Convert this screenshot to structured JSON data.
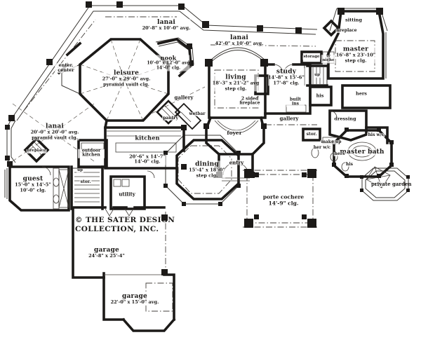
{
  "plan": {
    "copyright_line1": "© THE SATER DESIGN",
    "copyright_line2": "COLLECTION, INC."
  },
  "colors": {
    "ink": "#1c1a18",
    "paper": "#ffffff"
  },
  "rooms": {
    "lanai_top": {
      "name": "lanai",
      "dims": "20'-8\" x 10'-0\" avg."
    },
    "lanai_mid": {
      "name": "lanai",
      "dims": "42'-0\" x 10'-0\" avg."
    },
    "lanai_left": {
      "name": "lanai",
      "dims": "20'-0\" x 20'-0\" avg.",
      "clg": "pyramid vault clg."
    },
    "leisure": {
      "name": "leisure",
      "dims": "27'-0\" x 29'-0\" avg.",
      "clg": "pyramid vault clg."
    },
    "nook": {
      "name": "nook",
      "dims": "10'-0\" x 12'-0\" avg",
      "clg": "14'-0\" clg."
    },
    "living": {
      "name": "living",
      "dims": "18'-3\" x 21'-2\" avg",
      "clg": "step clg."
    },
    "study": {
      "name": "study",
      "dims": "14'-8\" x 15'-6\"",
      "clg": "17'-8\" clg."
    },
    "master": {
      "name": "master",
      "dims": "16'-8\" x 23'-10\"",
      "clg": "step clg."
    },
    "guest": {
      "name": "guest",
      "dims": "15'-0\" x 14'-5\"",
      "clg": "10'-0\" clg."
    },
    "kitchen": {
      "name": "kitchen",
      "dims": "20'-6\" x 14'-7\"",
      "clg": "14'-0\" clg."
    },
    "dining": {
      "name": "dining",
      "dims": "15'-4\" x 18'-0\"",
      "clg": "step clg."
    },
    "master_bath": {
      "name": "master bath"
    },
    "porte_cochere": {
      "name": "porte cochere",
      "clg": "14'-9\" clg."
    },
    "garage_main": {
      "name": "garage",
      "dims": "24'-8\" x 25'-4\""
    },
    "garage_small": {
      "name": "garage",
      "dims": "22'-0\" x 15'-0\" avg."
    },
    "private_garden": {
      "name": "private garden"
    }
  },
  "labels": {
    "sitting": "sitting",
    "fireplace_master": "fireplace",
    "enter_center": "enter. center",
    "storage": "storage",
    "tv_niche": "tv niche",
    "up_right": "up",
    "fireplace_2sided": "2 sided fireplace",
    "built_ins": "built ins",
    "his_closet": "his",
    "hers_closet": "hers",
    "dressing": "dressing",
    "his_wc": "his w/c",
    "make_up": "make up",
    "her_wc": "her w/c",
    "hers_vanity": "hers",
    "his_vanity": "his",
    "stor_right": "stor.",
    "gallery_left": "gallery",
    "gallery_right": "gallery",
    "wetbar": "wetbar",
    "pantry": "pantry",
    "foyer": "foyer",
    "entry": "entry",
    "fireplace_lanai": "fireplace",
    "outdoor_kitchen": "outdoor kitchen",
    "stor_center": "stor.",
    "up_center": "up",
    "utility": "utility"
  }
}
